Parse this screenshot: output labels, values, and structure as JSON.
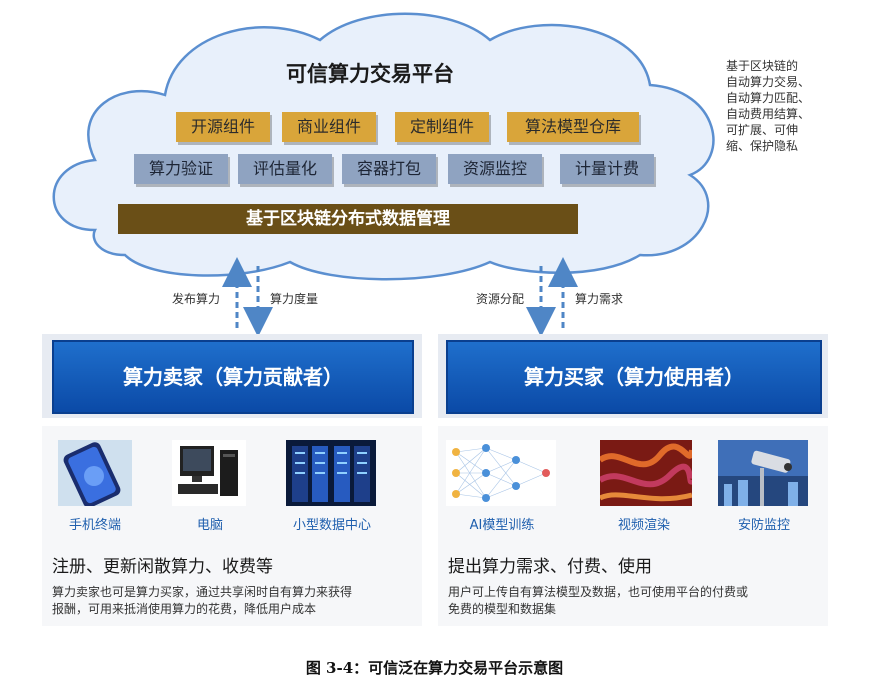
{
  "cloud": {
    "title": "可信算力交易平台",
    "row1": [
      "开源组件",
      "商业组件",
      "定制组件",
      "算法模型仓库"
    ],
    "row2": [
      "算力验证",
      "评估量化",
      "容器打包",
      "资源监控",
      "计量计费"
    ],
    "bar": "基于区块链分布式数据管理"
  },
  "side_note": [
    "基于区块链的",
    "自动算力交易、",
    "自动算力匹配、",
    "自动费用结算、",
    "可扩展、可伸",
    "缩、保护隐私"
  ],
  "arrows": {
    "left_up": "发布算力",
    "left_down": "算力度量",
    "right_down": "资源分配",
    "right_up": "算力需求"
  },
  "seller": {
    "box": "算力卖家（算力贡献者）",
    "items": [
      "手机终端",
      "电脑",
      "小型数据中心"
    ],
    "heading": "注册、更新闲散算力、收费等",
    "desc_lines": [
      "算力卖家也可是算力买家，通过共享闲时自有算力来获得",
      "报酬，可用来抵消使用算力的花费，降低用户成本"
    ]
  },
  "buyer": {
    "box": "算力买家（算力使用者）",
    "items": [
      "AI模型训练",
      "视频渲染",
      "安防监控"
    ],
    "heading": "提出算力需求、付费、使用",
    "desc_lines": [
      "用户可上传自有算法模型及数据，也可使用平台的付费或",
      "免费的模型和数据集"
    ]
  },
  "caption": "图 3-4：可信泛在算力交易平台示意图",
  "colors": {
    "cloud_fill": "#e8f0fb",
    "cloud_stroke": "#5b8fd0",
    "gold_tag": "#d9a53a",
    "slate_tag": "#8fa3c1",
    "brown_bar": "#6a4f17",
    "role_blue": "#1160c4",
    "arrow_blue": "#4f86c6",
    "label_blue": "#1f5fae"
  }
}
